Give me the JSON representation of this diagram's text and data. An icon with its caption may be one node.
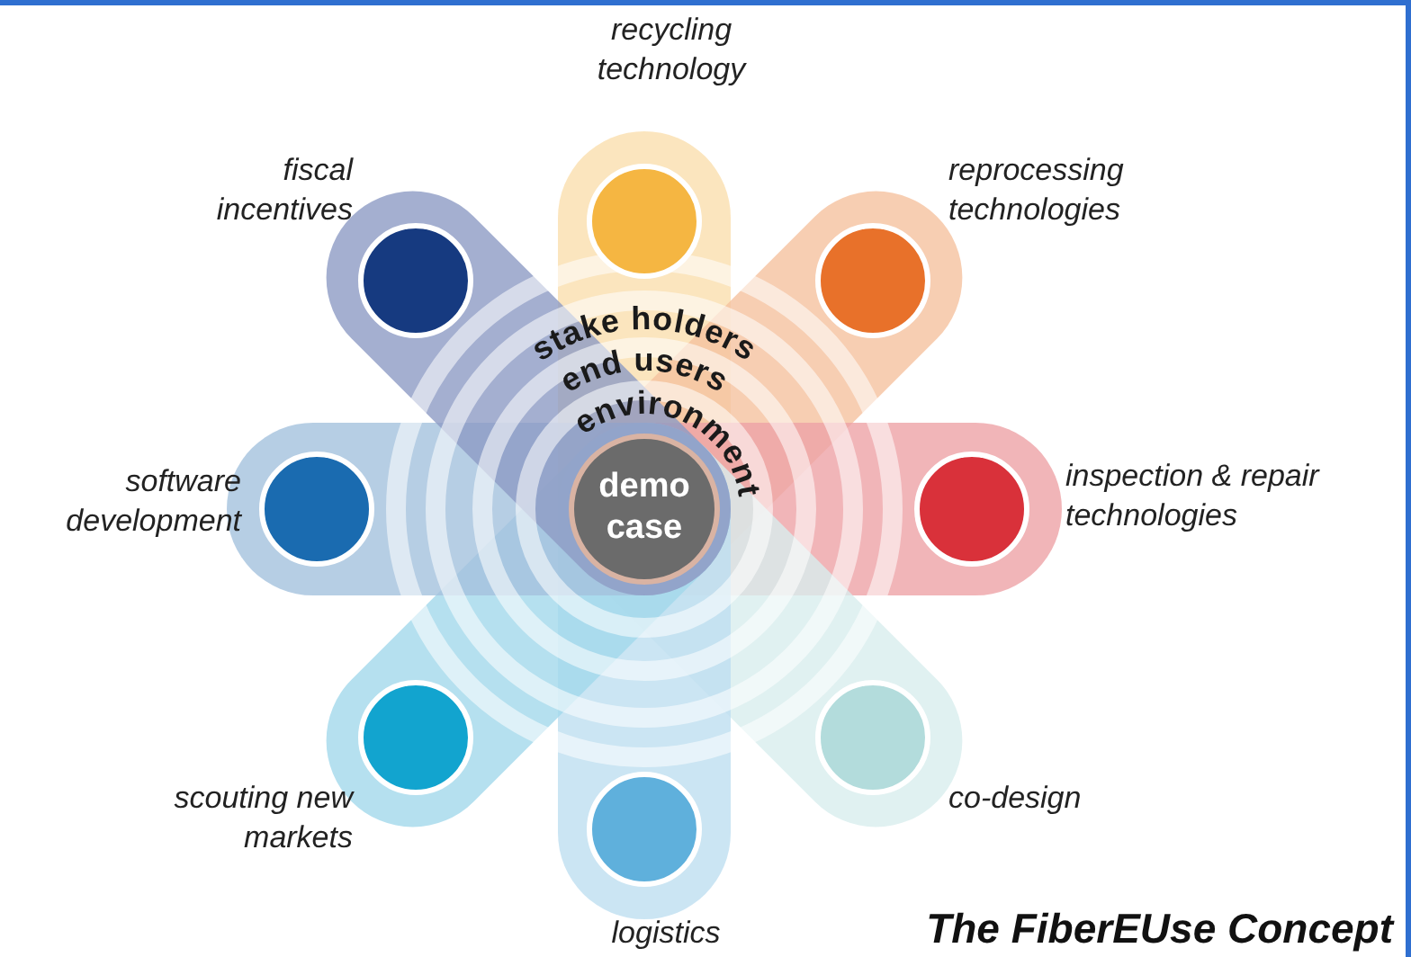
{
  "diagram": {
    "title": "The FiberEUse Concept",
    "nodes": [
      {
        "text": [],
        "shape": "circle",
        "beside": [
          "recycling technology"
        ]
      },
      {
        "text": [],
        "shape": "circle",
        "beside": [
          "reprocessing technologies"
        ]
      },
      {
        "text": [],
        "shape": "circle",
        "beside": [
          "inspection & repair technologies"
        ]
      },
      {
        "text": [],
        "shape": "circle",
        "beside": [
          "co-design"
        ]
      },
      {
        "text": [],
        "shape": "circle",
        "beside": [
          "logistics"
        ]
      },
      {
        "text": [],
        "shape": "circle",
        "beside": [
          "scouting new markets"
        ]
      },
      {
        "text": [],
        "shape": "circle",
        "beside": [
          "software development"
        ]
      },
      {
        "text": [],
        "shape": "circle",
        "beside": [
          "fiscal incentives"
        ]
      },
      {
        "text": [
          "stake holders"
        ]
      },
      {
        "text": [
          "end users"
        ]
      },
      {
        "text": [
          "environment"
        ]
      },
      {
        "text": [
          "demo case"
        ]
      }
    ]
  }
}
